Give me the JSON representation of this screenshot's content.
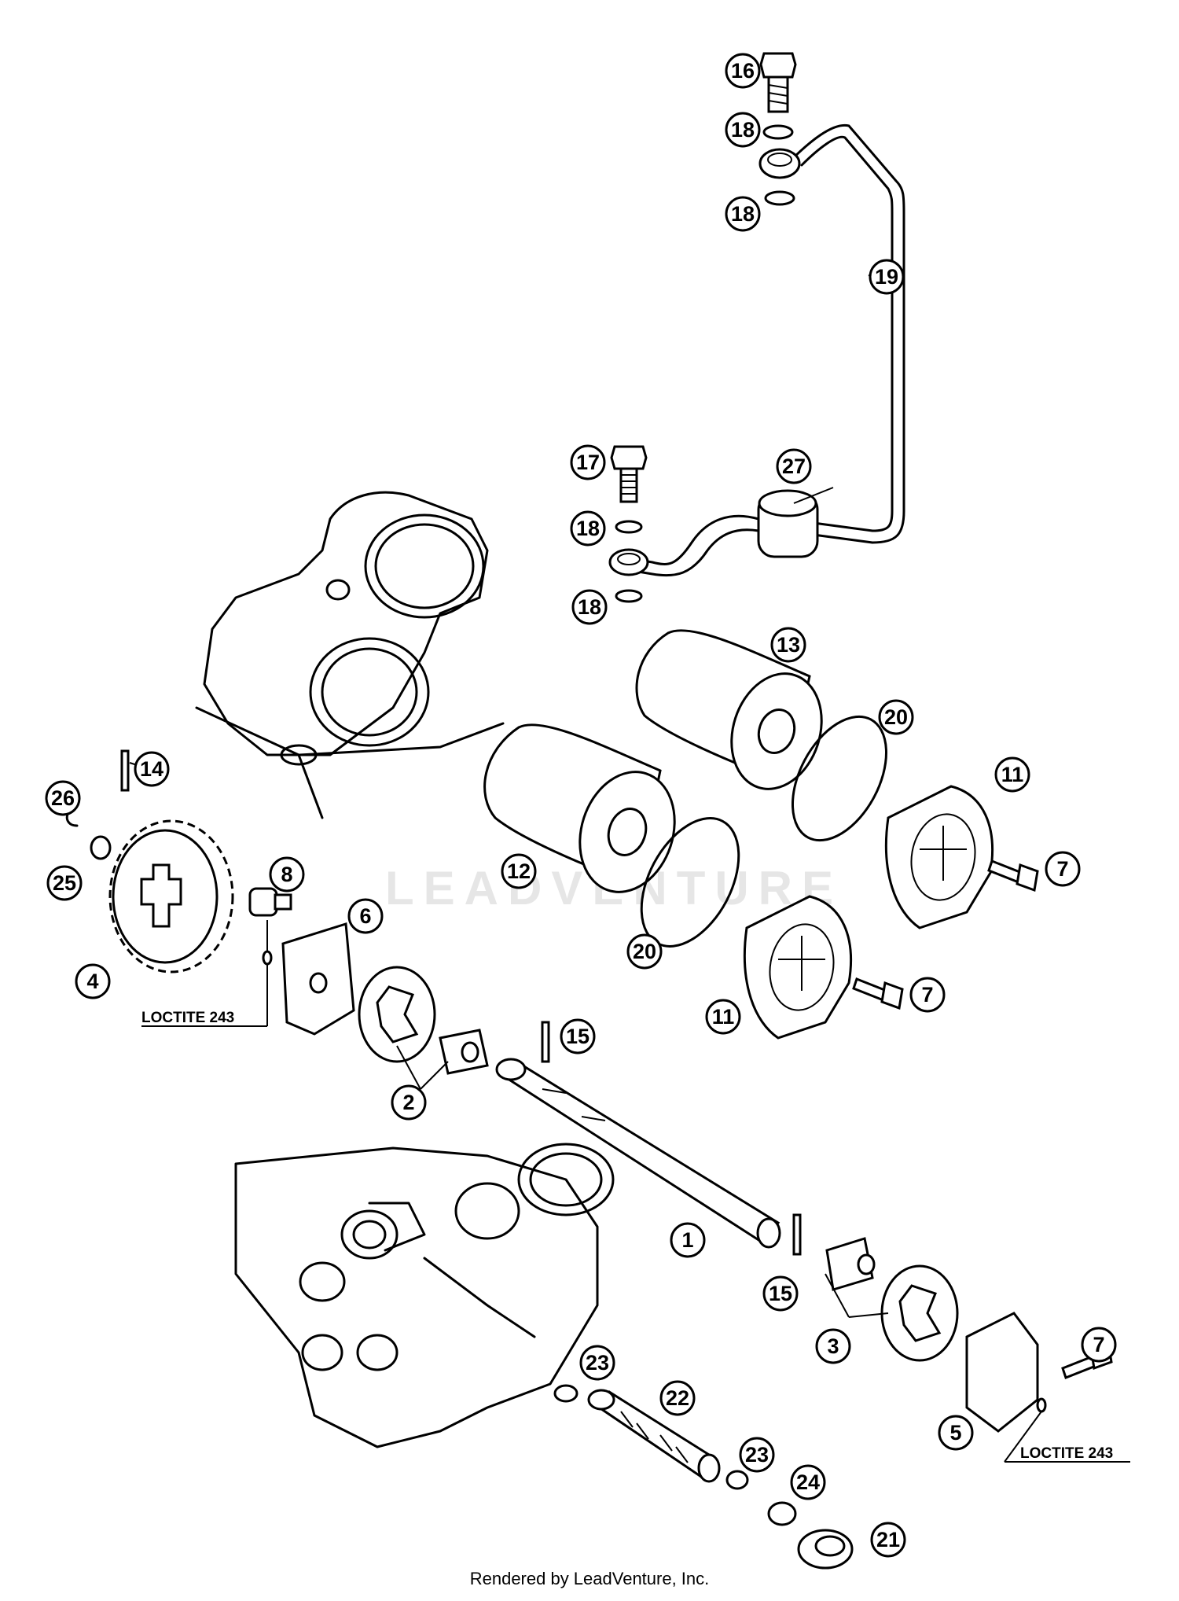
{
  "callouts": [
    {
      "id": "c1",
      "label": "1"
    },
    {
      "id": "c2",
      "label": "2"
    },
    {
      "id": "c3",
      "label": "3"
    },
    {
      "id": "c4",
      "label": "4"
    },
    {
      "id": "c5",
      "label": "5"
    },
    {
      "id": "c6",
      "label": "6"
    },
    {
      "id": "c7a",
      "label": "7"
    },
    {
      "id": "c7b",
      "label": "7"
    },
    {
      "id": "c7c",
      "label": "7"
    },
    {
      "id": "c8",
      "label": "8"
    },
    {
      "id": "c11a",
      "label": "11"
    },
    {
      "id": "c11b",
      "label": "11"
    },
    {
      "id": "c12",
      "label": "12"
    },
    {
      "id": "c13",
      "label": "13"
    },
    {
      "id": "c14",
      "label": "14"
    },
    {
      "id": "c15a",
      "label": "15"
    },
    {
      "id": "c15b",
      "label": "15"
    },
    {
      "id": "c16",
      "label": "16"
    },
    {
      "id": "c17",
      "label": "17"
    },
    {
      "id": "c18a",
      "label": "18"
    },
    {
      "id": "c18b",
      "label": "18"
    },
    {
      "id": "c18c",
      "label": "18"
    },
    {
      "id": "c18d",
      "label": "18"
    },
    {
      "id": "c19",
      "label": "19"
    },
    {
      "id": "c20a",
      "label": "20"
    },
    {
      "id": "c20b",
      "label": "20"
    },
    {
      "id": "c21",
      "label": "21"
    },
    {
      "id": "c22",
      "label": "22"
    },
    {
      "id": "c23a",
      "label": "23"
    },
    {
      "id": "c23b",
      "label": "23"
    },
    {
      "id": "c24",
      "label": "24"
    },
    {
      "id": "c25",
      "label": "25"
    },
    {
      "id": "c26",
      "label": "26"
    },
    {
      "id": "c27",
      "label": "27"
    }
  ],
  "notes": {
    "loctite_left": "LOCTITE 243",
    "loctite_right": "LOCTITE 243"
  },
  "watermark": "LEADVENTURE",
  "footer": "Rendered by LeadVenture, Inc."
}
